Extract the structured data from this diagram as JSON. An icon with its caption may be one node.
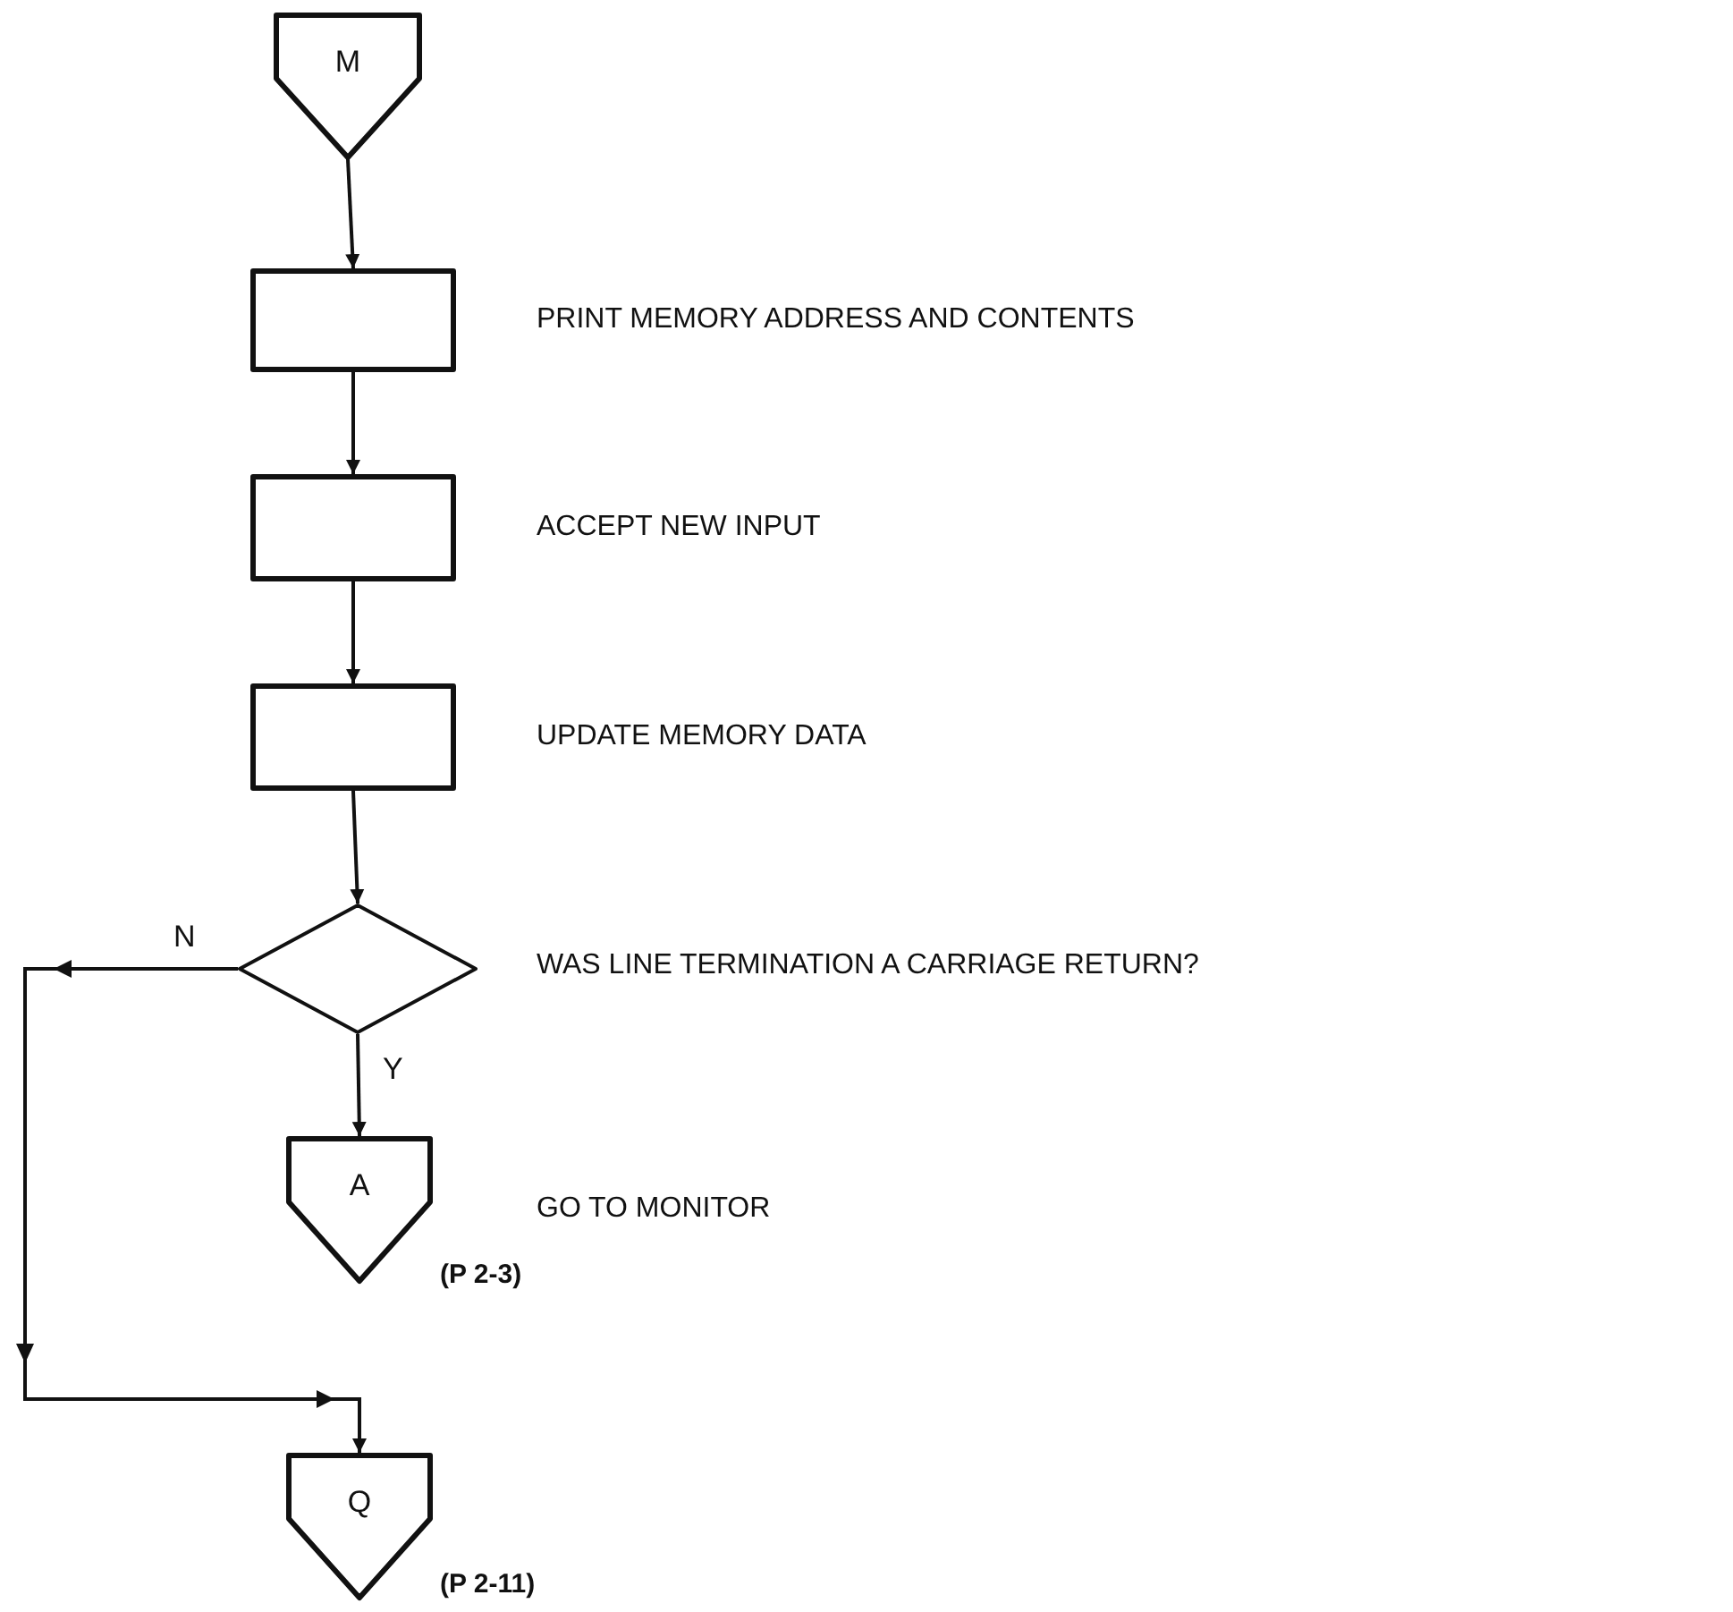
{
  "diagram": {
    "nodes": [
      {
        "text": [
          "M"
        ]
      },
      {
        "text": [],
        "shape": "box",
        "beside": [
          "PRINT MEMORY ADDRESS AND CONTENTS"
        ]
      },
      {
        "text": [],
        "shape": "box",
        "beside": [
          "ACCEPT NEW INPUT"
        ]
      },
      {
        "text": [],
        "shape": "box",
        "beside": [
          "UPDATE MEMORY DATA"
        ]
      },
      {
        "text": [],
        "shape": "diamond",
        "beside": [
          "WAS LINE TERMINATION A CARRIAGE RETURN?"
        ]
      },
      {
        "text": [
          "A"
        ],
        "beside": [
          "GO TO MONITOR",
          "(P 2-3)"
        ]
      },
      {
        "text": [
          "Q"
        ],
        "beside": [
          "(P 2-11)"
        ]
      }
    ],
    "edges": [
      {
        "from": 0,
        "to": 1,
        "arrow": "to"
      },
      {
        "from": 1,
        "to": 2,
        "arrow": "to"
      },
      {
        "from": 2,
        "to": 3,
        "arrow": "to"
      },
      {
        "from": 3,
        "to": 4,
        "arrow": "to"
      },
      {
        "from": 4,
        "to": 5,
        "arrow": "to",
        "label": "Y"
      },
      {
        "from": 4,
        "to": 6,
        "arrow": "to",
        "label": "N"
      }
    ]
  }
}
